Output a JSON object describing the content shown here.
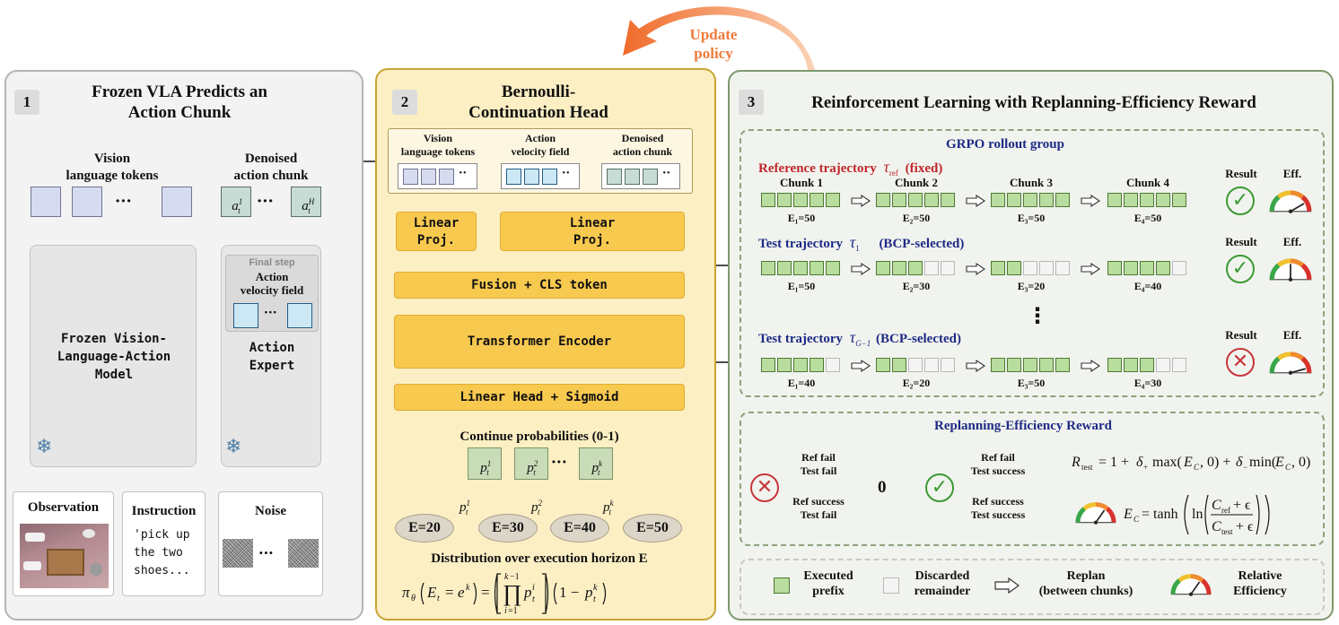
{
  "top": {
    "update_label_1": "Update",
    "update_label_2": "policy"
  },
  "panel1": {
    "number": "1",
    "title_1": "Frozen VLA Predicts an",
    "title_2": "Action Chunk",
    "vision_tokens_1": "Vision",
    "vision_tokens_2": "language tokens",
    "denoised_1": "Denoised",
    "denoised_2": "action chunk",
    "a_first": "a",
    "a_first_sup": "1",
    "a_first_sub": "t",
    "a_last": "a",
    "a_last_sup": "H",
    "a_last_sub": "t",
    "dots": "···",
    "vla_1": "Frozen Vision-",
    "vla_2": "Language-Action",
    "vla_3": "Model",
    "final_step": "Final step",
    "velocity_1": "Action",
    "velocity_2": "velocity field",
    "expert_1": "Action",
    "expert_2": "Expert",
    "observation": "Observation",
    "instruction": "Instruction",
    "instruction_text_1": "'pick up",
    "instruction_text_2": "the two",
    "instruction_text_3": "shoes...",
    "noise": "Noise",
    "snowflake": "snowflake-icon"
  },
  "panel2": {
    "number": "2",
    "title_1": "Bernoulli-",
    "title_2": "Continuation Head",
    "in_vision_1": "Vision",
    "in_vision_2": "language tokens",
    "in_velocity_1": "Action",
    "in_velocity_2": "velocity field",
    "in_denoised_1": "Denoised",
    "in_denoised_2": "action chunk",
    "linear_1": "Linear",
    "linear_2": "Proj.",
    "fusion": "Fusion + CLS token",
    "transformer": "Transformer Encoder",
    "head": "Linear Head + Sigmoid",
    "continue_label": "Continue probabilities (0-1)",
    "p": "p",
    "p_sub": "t",
    "p_sup_1": "1",
    "p_sup_2": "2",
    "p_sup_k": "k",
    "horizons": [
      "E=20",
      "E=30",
      "E=40",
      "E=50"
    ],
    "distribution_label": "Distribution over execution horizon E"
  },
  "panel3": {
    "number": "3",
    "title": "Reinforcement Learning with Replanning-Efficiency Reward",
    "grpo": "GRPO rollout group",
    "ref_label": "Reference trajectory",
    "ref_fixed": "(fixed)",
    "test_label": "Test trajectory",
    "bcp_selected": "(BCP-selected)",
    "chunks": [
      "Chunk 1",
      "Chunk 2",
      "Chunk 3",
      "Chunk 4"
    ],
    "result": "Result",
    "eff": "Eff.",
    "ref_e": [
      "E₁=50",
      "E₂=50",
      "E₃=50",
      "E₄=50"
    ],
    "t1_e": [
      "E₁=50",
      "E₂=30",
      "E₃=20",
      "E₄=40"
    ],
    "tg_e": [
      "E₁=40",
      "E₂=20",
      "E₃=50",
      "E₄=30"
    ],
    "vdots": "⋮",
    "reward_title": "Replanning-Efficiency Reward",
    "ref_fail": "Ref fail",
    "test_fail": "Test fail",
    "ref_success": "Ref success",
    "test_success": "Test success",
    "zero": "0",
    "legend_executed_1": "Executed",
    "legend_executed_2": "prefix",
    "legend_discarded_1": "Discarded",
    "legend_discarded_2": "remainder",
    "legend_replan_1": "Replan",
    "legend_replan_2": "(between chunks)",
    "legend_relative_1": "Relative",
    "legend_relative_2": "Efficiency"
  },
  "colors": {
    "panel1": "#f3f3f3",
    "panel2": "#fcefc4",
    "panel3": "#f1f4ee",
    "accent_orange": "#f07a3a",
    "ref_red": "#c0262b",
    "test_blue": "#1e2a86"
  }
}
